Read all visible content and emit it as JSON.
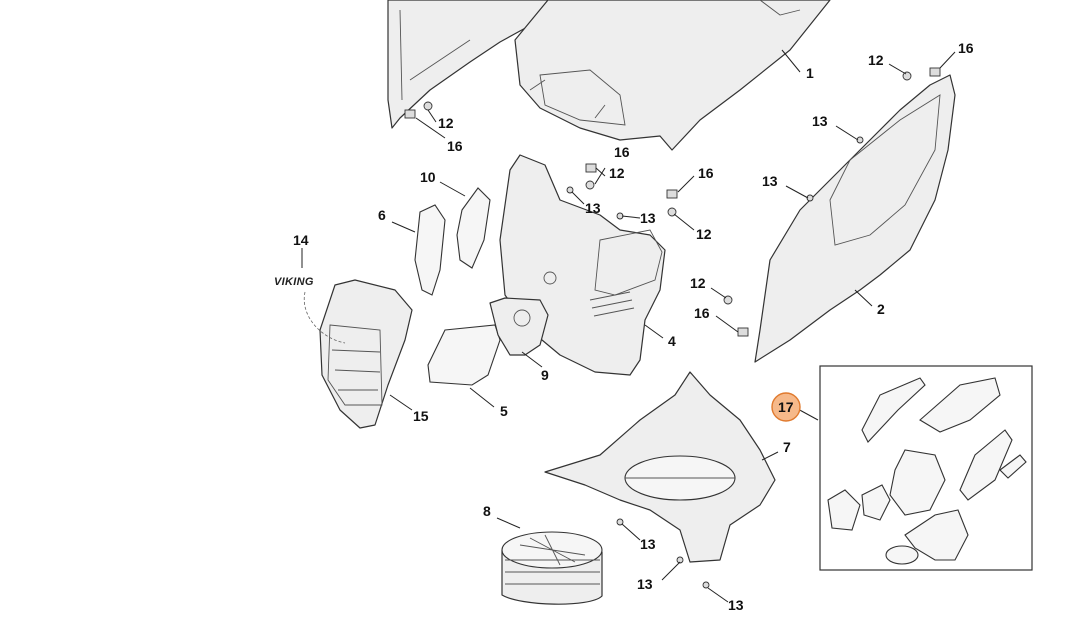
{
  "brand_label": "VIKING",
  "highlight_color": "#f6b98a",
  "callouts": [
    {
      "id": "c1",
      "text": "1"
    },
    {
      "id": "c2",
      "text": "2"
    },
    {
      "id": "c4",
      "text": "4"
    },
    {
      "id": "c5",
      "text": "5"
    },
    {
      "id": "c6",
      "text": "6"
    },
    {
      "id": "c7",
      "text": "7"
    },
    {
      "id": "c8",
      "text": "8"
    },
    {
      "id": "c9",
      "text": "9"
    },
    {
      "id": "c10",
      "text": "10"
    },
    {
      "id": "c12a",
      "text": "12"
    },
    {
      "id": "c12b",
      "text": "12"
    },
    {
      "id": "c12c",
      "text": "12"
    },
    {
      "id": "c12d",
      "text": "12"
    },
    {
      "id": "c12e",
      "text": "12"
    },
    {
      "id": "c13a",
      "text": "13"
    },
    {
      "id": "c13b",
      "text": "13"
    },
    {
      "id": "c13c",
      "text": "13"
    },
    {
      "id": "c13d",
      "text": "13"
    },
    {
      "id": "c13e",
      "text": "13"
    },
    {
      "id": "c13f",
      "text": "13"
    },
    {
      "id": "c13g",
      "text": "13"
    },
    {
      "id": "c14",
      "text": "14"
    },
    {
      "id": "c15",
      "text": "15"
    },
    {
      "id": "c16a",
      "text": "16"
    },
    {
      "id": "c16b",
      "text": "16"
    },
    {
      "id": "c16c",
      "text": "16"
    },
    {
      "id": "c16d",
      "text": "16"
    },
    {
      "id": "c16e",
      "text": "16"
    },
    {
      "id": "c17",
      "text": "17"
    }
  ]
}
